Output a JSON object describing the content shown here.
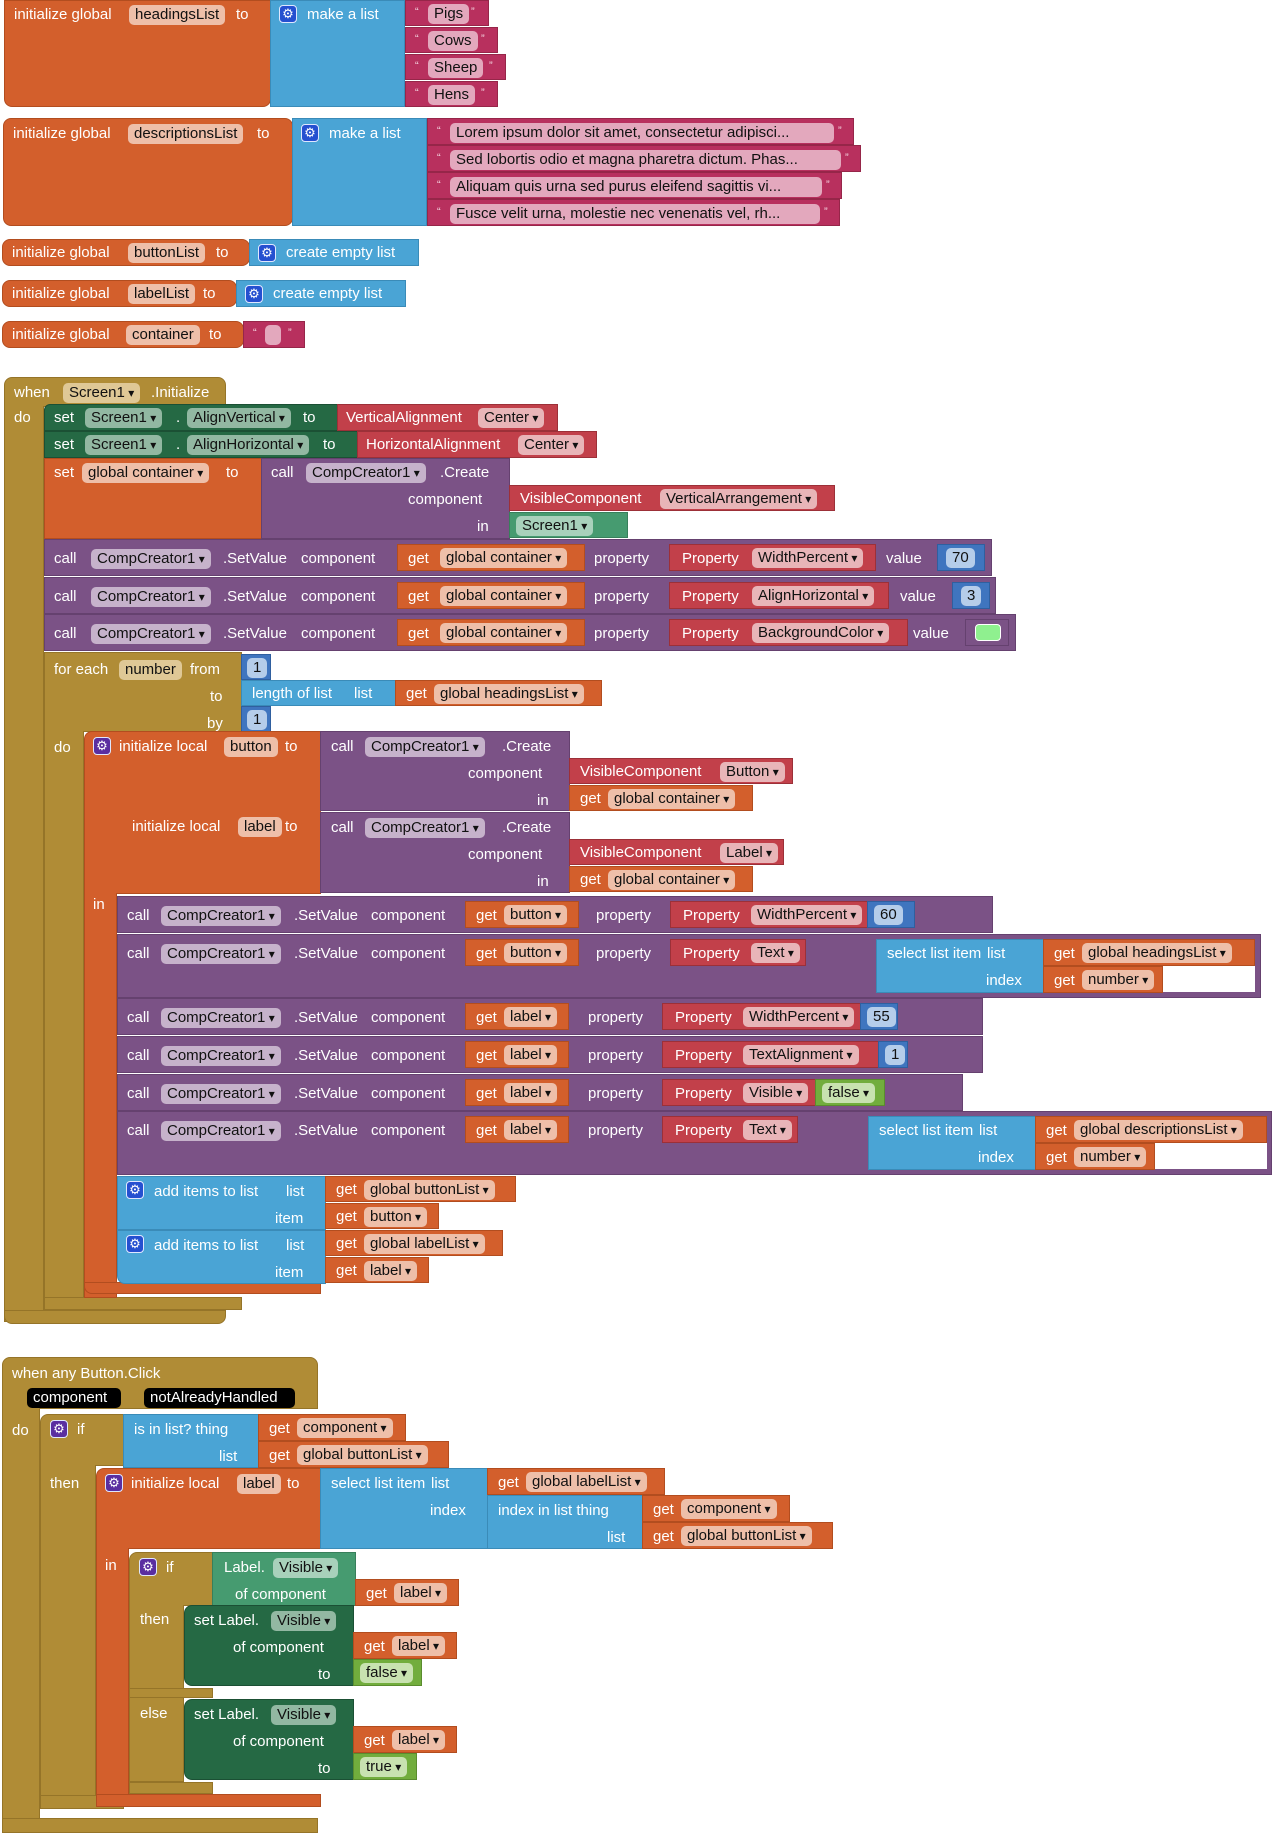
{
  "globals": [
    {
      "keyword": "initialize global",
      "name": "headingsList",
      "to": "to",
      "value_block": "make a list",
      "items": [
        "Pigs",
        "Cows",
        "Sheep",
        "Hens"
      ]
    },
    {
      "keyword": "initialize global",
      "name": "descriptionsList",
      "to": "to",
      "value_block": "make a list",
      "items": [
        "Lorem ipsum dolor sit amet, consectetur adipisci...",
        "Sed lobortis odio et magna pharetra dictum. Phas...",
        "Aliquam quis urna sed purus eleifend sagittis vi...",
        "Fusce velit urna, molestie nec venenatis vel, rh..."
      ]
    },
    {
      "keyword": "initialize global",
      "name": "buttonList",
      "to": "to",
      "value_block": "create empty list"
    },
    {
      "keyword": "initialize global",
      "name": "labelList",
      "to": "to",
      "value_block": "create empty list"
    },
    {
      "keyword": "initialize global",
      "name": "container",
      "to": "to",
      "value_text": ""
    }
  ],
  "quote_open": "“",
  "quote_close": "”",
  "init_event": {
    "when": "when",
    "component": "Screen1",
    "event": ".Initialize",
    "do": "do",
    "set_rows": [
      {
        "set": "set",
        "component": "Screen1",
        "dot": ".",
        "property": "AlignVertical",
        "to": "to",
        "helper": "VerticalAlignment",
        "helper_value": "Center"
      },
      {
        "set": "set",
        "component": "Screen1",
        "dot": ".",
        "property": "AlignHorizontal",
        "to": "to",
        "helper": "HorizontalAlignment",
        "helper_value": "Center"
      }
    ],
    "set_container": {
      "set": "set",
      "var": "global container",
      "to": "to",
      "call": "call",
      "component": "CompCreator1",
      "method": ".Create",
      "arg1": "component",
      "visible_component": "VisibleComponent",
      "vc_value": "VerticalArrangement",
      "arg2": "in",
      "in_value": "Screen1"
    },
    "setvalue_rows": [
      {
        "call": "call",
        "component": "CompCreator1",
        "method": ".SetValue",
        "arg_component": "component",
        "get": "get",
        "var": "global container",
        "arg_property": "property",
        "prop_label": "Property",
        "prop": "WidthPercent",
        "arg_value": "value",
        "value": "70"
      },
      {
        "call": "call",
        "component": "CompCreator1",
        "method": ".SetValue",
        "arg_component": "component",
        "get": "get",
        "var": "global container",
        "arg_property": "property",
        "prop_label": "Property",
        "prop": "AlignHorizontal",
        "arg_value": "value",
        "value": "3"
      },
      {
        "call": "call",
        "component": "CompCreator1",
        "method": ".SetValue",
        "arg_component": "component",
        "get": "get",
        "var": "global container",
        "arg_property": "property",
        "prop_label": "Property",
        "prop": "BackgroundColor",
        "arg_value": "value",
        "color": "#8ff08f"
      }
    ],
    "for_each": {
      "label": "for each",
      "var": "number",
      "from": "from",
      "from_value": "1",
      "to": "to",
      "length_of_list": "length of list",
      "list": "list",
      "get": "get",
      "list_var": "global headingsList",
      "by": "by",
      "by_value": "1",
      "do": "do"
    },
    "local_init": {
      "label": "initialize local",
      "var1": "button",
      "to": "to",
      "call": "call",
      "component": "CompCreator1",
      "method": ".Create",
      "arg1": "component",
      "vc": "VisibleComponent",
      "vc1": "Button",
      "arg2": "in",
      "get": "get",
      "in_var": "global container",
      "var2": "label",
      "vc2": "Label",
      "in": "in"
    },
    "inner_setvalue_rows": [
      {
        "var": "button",
        "prop": "WidthPercent",
        "value": "60"
      },
      {
        "var": "button",
        "prop": "Text",
        "select": "select list item",
        "list": "list",
        "list_var": "global headingsList",
        "index": "index",
        "index_var": "number"
      },
      {
        "var": "label",
        "prop": "WidthPercent",
        "value": "55"
      },
      {
        "var": "label",
        "prop": "TextAlignment",
        "value": "1"
      },
      {
        "var": "label",
        "prop": "Visible",
        "bool": "false"
      },
      {
        "var": "label",
        "prop": "Text",
        "select": "select list item",
        "list": "list",
        "list_var": "global descriptionsList",
        "index": "index",
        "index_var": "number"
      }
    ],
    "add_items": [
      {
        "label": "add items to list",
        "list": "list",
        "item": "item",
        "get": "get",
        "list_var": "global buttonList",
        "item_var": "button"
      },
      {
        "label": "add items to list",
        "list": "list",
        "item": "item",
        "get": "get",
        "list_var": "global labelList",
        "item_var": "label"
      }
    ]
  },
  "click_event": {
    "title": "when any Button.Click",
    "params": [
      "component",
      "notAlreadyHandled"
    ],
    "do": "do",
    "if": "if",
    "is_in_list": "is in list? thing",
    "list": "list",
    "get": "get",
    "thing_var": "component",
    "list_var": "global buttonList",
    "then": "then",
    "else": "else",
    "local": {
      "label": "initialize local",
      "var": "label",
      "to": "to",
      "select": "select list item",
      "list": "list",
      "list_var": "global labelList",
      "index": "index",
      "index_in_list": "index in list  thing",
      "thing_var": "component",
      "list2_var": "global buttonList"
    },
    "in": "in",
    "inner_if": {
      "if": "if",
      "getter": "Label.",
      "prop": "Visible",
      "of_component": "of component",
      "var": "label"
    },
    "then_set": {
      "set": "set Label.",
      "prop": "Visible",
      "of_component": "of component",
      "var": "label",
      "to": "to",
      "value": "false"
    },
    "else_set": {
      "set": "set Label.",
      "prop": "Visible",
      "of_component": "of component",
      "var": "label",
      "to": "to",
      "value": "true"
    }
  },
  "common": {
    "call": "call",
    "component": "CompCreator1",
    "method": ".SetValue",
    "arg_component": "component",
    "get": "get",
    "arg_property": "property",
    "prop_label": "Property",
    "arg_value": "value"
  }
}
